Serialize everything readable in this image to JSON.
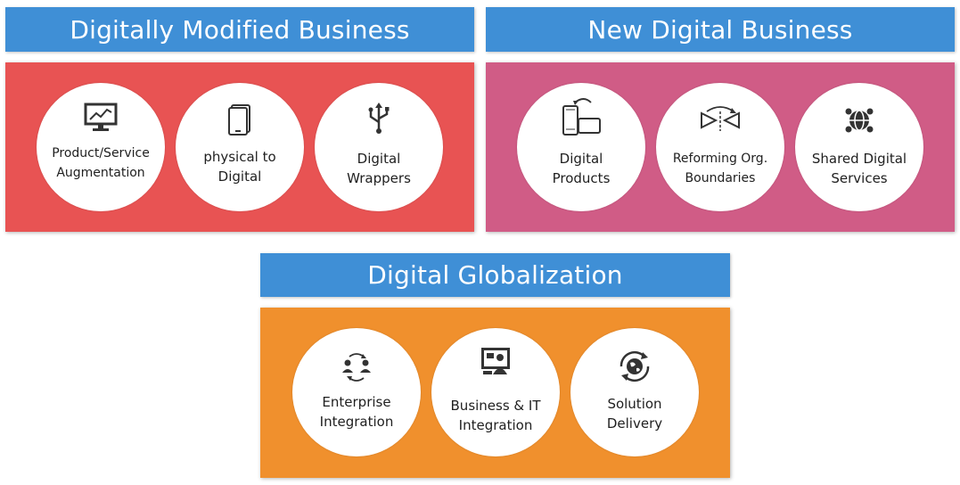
{
  "colors": {
    "header_blue": "#3f8fd6",
    "panel_red": "#e85353",
    "panel_pink": "#d05c86",
    "panel_orange": "#f0902d",
    "circle_white": "#ffffff",
    "icon_dark": "#333333"
  },
  "sections": [
    {
      "title": "Digitally Modified Business",
      "items": [
        {
          "line1": "Product/Service",
          "line2": "Augmentation",
          "icon": "monitor-chart-icon"
        },
        {
          "line1": "physical to",
          "line2": "Digital",
          "icon": "tablet-icon"
        },
        {
          "line1": "Digital",
          "line2": "Wrappers",
          "icon": "usb-icon"
        }
      ]
    },
    {
      "title": "New Digital Business",
      "items": [
        {
          "line1": "Digital",
          "line2": "Products",
          "icon": "phone-rotate-icon"
        },
        {
          "line1": "Reforming Org.",
          "line2": "Boundaries",
          "icon": "boundary-arrows-icon"
        },
        {
          "line1": "Shared Digital",
          "line2": "Services",
          "icon": "network-globe-icon"
        }
      ]
    },
    {
      "title": "Digital Globalization",
      "items": [
        {
          "line1": "Enterprise",
          "line2": "Integration",
          "icon": "people-cycle-icon"
        },
        {
          "line1": "Business & IT",
          "line2": "Integration",
          "icon": "presentation-icon"
        },
        {
          "line1": "Solution",
          "line2": "Delivery",
          "icon": "globe-refresh-icon"
        }
      ]
    }
  ]
}
